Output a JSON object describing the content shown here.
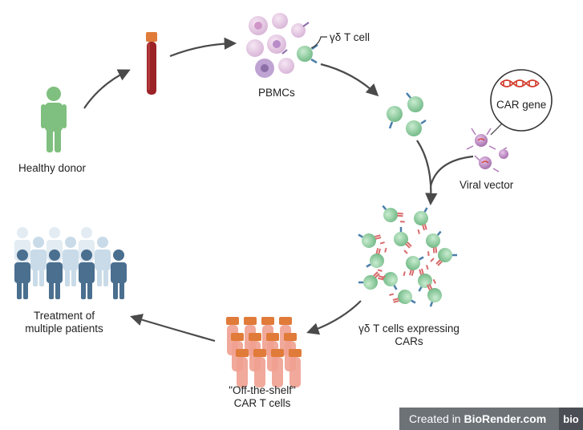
{
  "labels": {
    "healthy_donor": "Healthy donor",
    "pbmcs": "PBMCs",
    "gd_t_cell": "γδ T cell",
    "car_gene": "CAR gene",
    "viral_vector": "Viral vector",
    "gd_t_cells_expressing_cars": "γδ T cells expressing CARs",
    "off_the_shelf": "\"Off-the-shelf\" CAR T cells",
    "treatment": "Treatment of multiple patients"
  },
  "watermark": {
    "prefix": "Created in ",
    "brand": "BioRender.com",
    "badge": "bio"
  },
  "colors": {
    "arrow": "#4a4a4a",
    "donor": "#7fbf7f",
    "blood": "#9b2226",
    "tube_cap": "#e07b3a",
    "gd_cell": "#8fcf9a",
    "car_receptor": "#d86b6b",
    "tcr": "#4a7fa8",
    "virus": "#b07ab8",
    "dna": "#d23a2a",
    "patients_dark": "#4a6f8f",
    "patients_light": "#c9dbe8",
    "bag": "#f0a090"
  }
}
